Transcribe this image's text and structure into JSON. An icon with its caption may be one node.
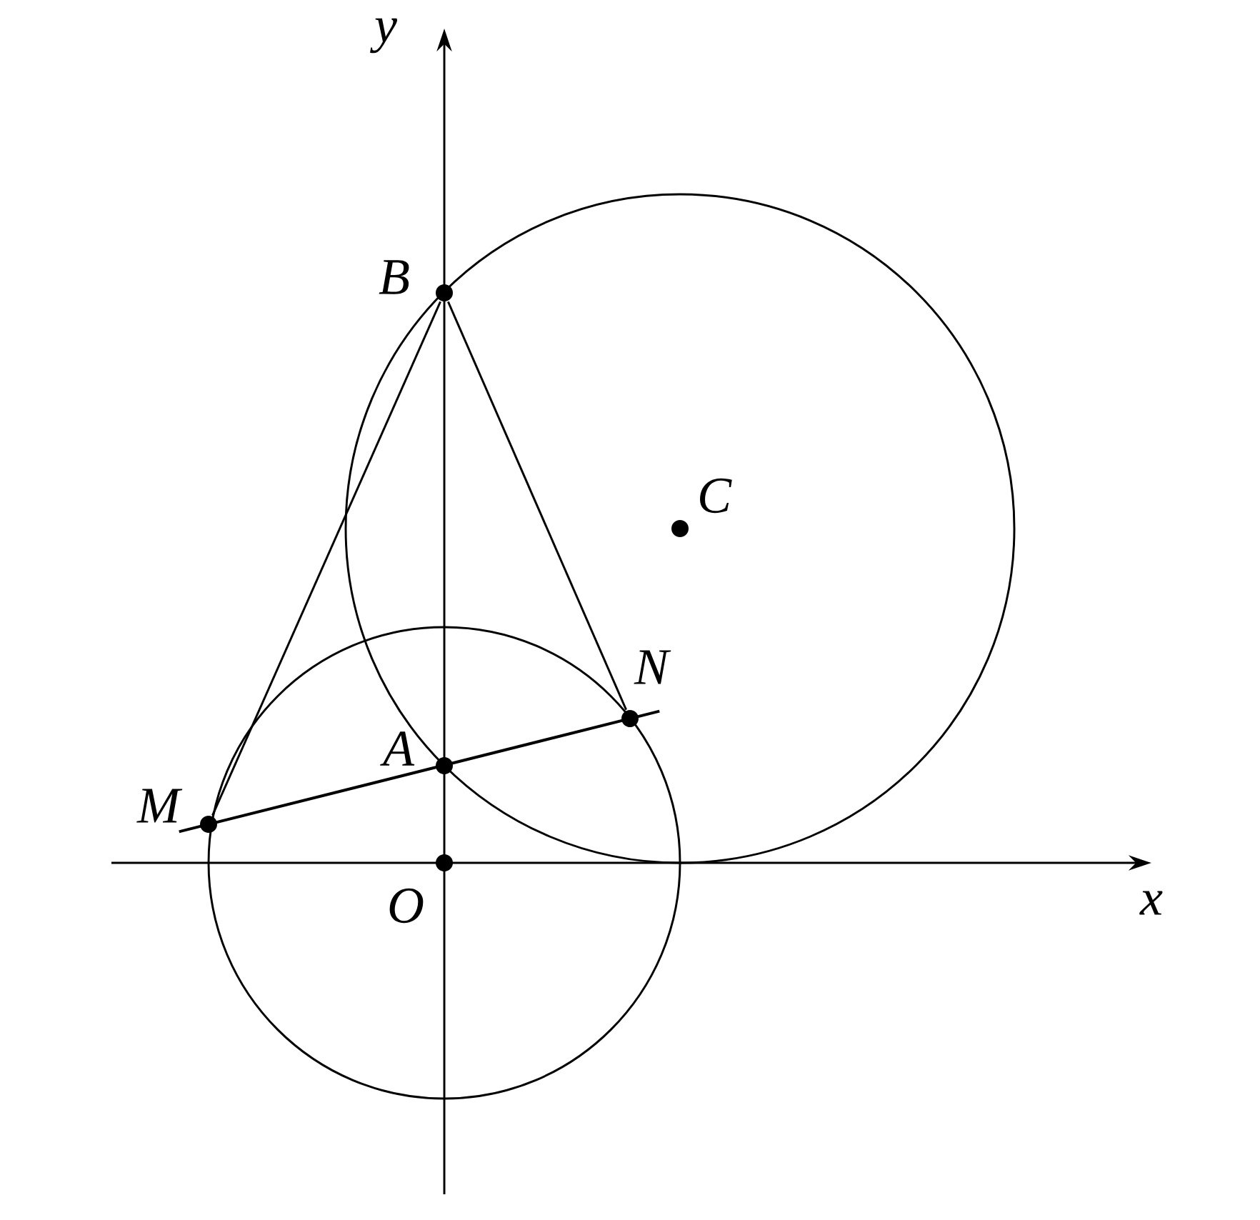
{
  "diagram": {
    "nodes": [
      {
        "text": [
          "B"
        ]
      },
      {
        "text": [
          "C"
        ]
      },
      {
        "text": [
          "N"
        ]
      },
      {
        "text": [
          "A"
        ]
      },
      {
        "text": [
          "M"
        ]
      },
      {
        "text": [
          "O"
        ]
      }
    ],
    "edges": [
      {
        "from": 0,
        "to": 4,
        "arrow": "none"
      },
      {
        "from": 0,
        "to": 2,
        "arrow": "none"
      },
      {
        "from": 4,
        "to": 2,
        "arrow": "none"
      }
    ],
    "labels": [
      "y",
      "x"
    ]
  }
}
